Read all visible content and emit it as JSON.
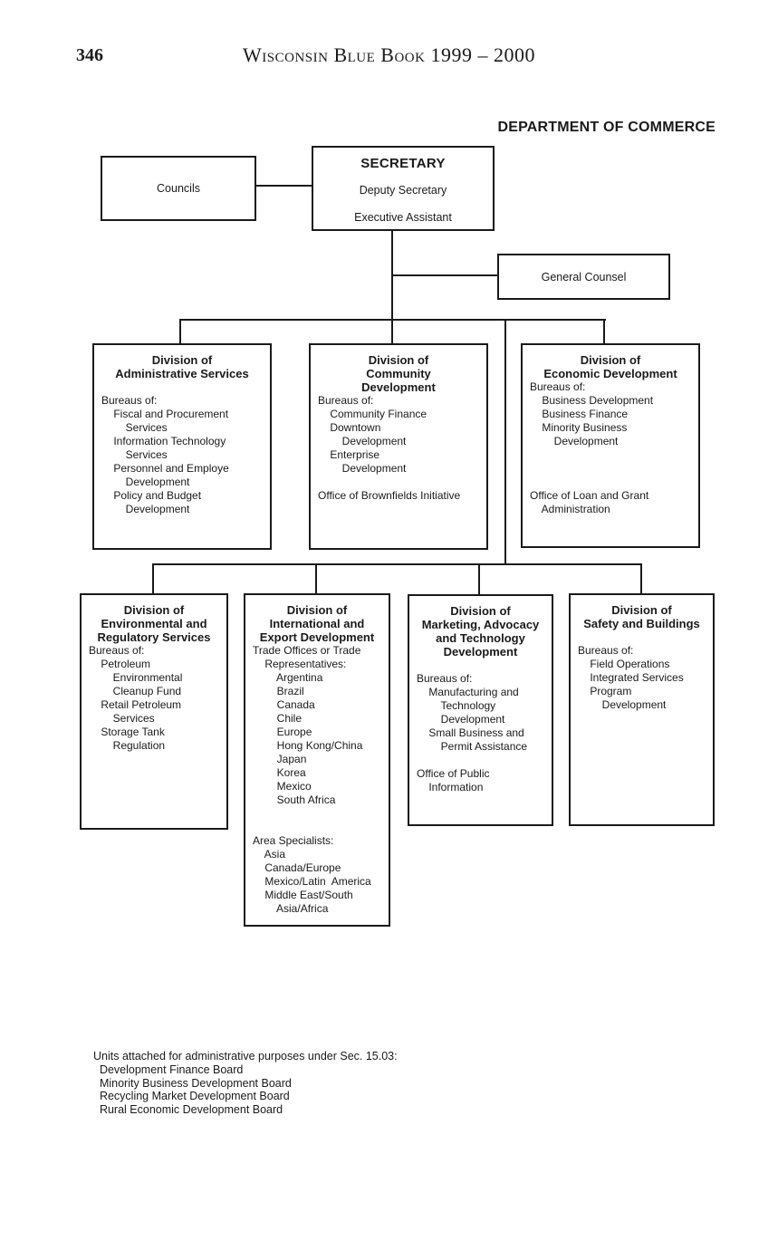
{
  "page": {
    "number": "346",
    "book_title": "Wisconsin Blue Book 1999 – 2000",
    "department_title": "DEPARTMENT OF COMMERCE"
  },
  "ink_color": "#1a1a1a",
  "chart": {
    "councils_label": "Councils",
    "secretary": {
      "title": "SECRETARY",
      "deputy": "Deputy Secretary",
      "assistant": "Executive Assistant"
    },
    "general_counsel_label": "General Counsel",
    "divisions": {
      "administrative": {
        "title": [
          "Division of",
          "Administrative Services"
        ],
        "body": [
          "",
          "Bureaus of:",
          "    Fiscal and Procurement",
          "        Services",
          "    Information Technology",
          "        Services",
          "    Personnel and Employe",
          "        Development",
          "    Policy and Budget",
          "        Development"
        ]
      },
      "community": {
        "title": [
          "Division of",
          "Community",
          "Development"
        ],
        "body": [
          "Bureaus of:",
          "    Community Finance",
          "    Downtown",
          "        Development",
          "    Enterprise",
          "        Development",
          "",
          "Office of Brownfields Initiative"
        ]
      },
      "economic": {
        "title": [
          "Division of",
          "Economic Development"
        ],
        "body": [
          "Bureaus of:",
          "    Business Development",
          "    Business Finance",
          "    Minority Business",
          "        Development",
          "",
          "",
          "",
          "Office of Loan and Grant",
          "    Administration"
        ]
      },
      "environmental": {
        "title": [
          "Division of",
          "Environmental and",
          "Regulatory Services"
        ],
        "body": [
          "Bureaus of:",
          "    Petroleum",
          "        Environmental",
          "        Cleanup Fund",
          "    Retail Petroleum",
          "        Services",
          "    Storage Tank",
          "        Regulation"
        ]
      },
      "international": {
        "title": [
          "Division of",
          "International and",
          "Export Development"
        ],
        "body": [
          "Trade Offices or Trade",
          "    Representatives:",
          "        Argentina",
          "        Brazil",
          "        Canada",
          "        Chile",
          "        Europe",
          "        Hong Kong/China",
          "        Japan",
          "        Korea",
          "        Mexico",
          "        South Africa",
          "",
          "",
          "Area Specialists:",
          "    Asia",
          "    Canada/Europe",
          "    Mexico/Latin  America",
          "    Middle East/South",
          "        Asia/Africa"
        ]
      },
      "marketing": {
        "title": [
          "Division of",
          "Marketing, Advocacy",
          "and Technology",
          "Development"
        ],
        "body": [
          "",
          "Bureaus of:",
          "    Manufacturing and",
          "        Technology",
          "        Development",
          "    Small Business and",
          "        Permit Assistance",
          "",
          "Office of Public",
          "    Information"
        ]
      },
      "safety": {
        "title": [
          "Division of",
          "Safety and Buildings"
        ],
        "body": [
          "",
          "Bureaus of:",
          "    Field Operations",
          "    Integrated Services",
          "    Program",
          "        Development"
        ]
      }
    },
    "footnote_lines": [
      "Units attached for administrative purposes under Sec. 15.03:",
      "  Development Finance Board",
      "  Minority Business Development Board",
      "  Recycling Market Development Board",
      "  Rural Economic Development Board"
    ]
  }
}
